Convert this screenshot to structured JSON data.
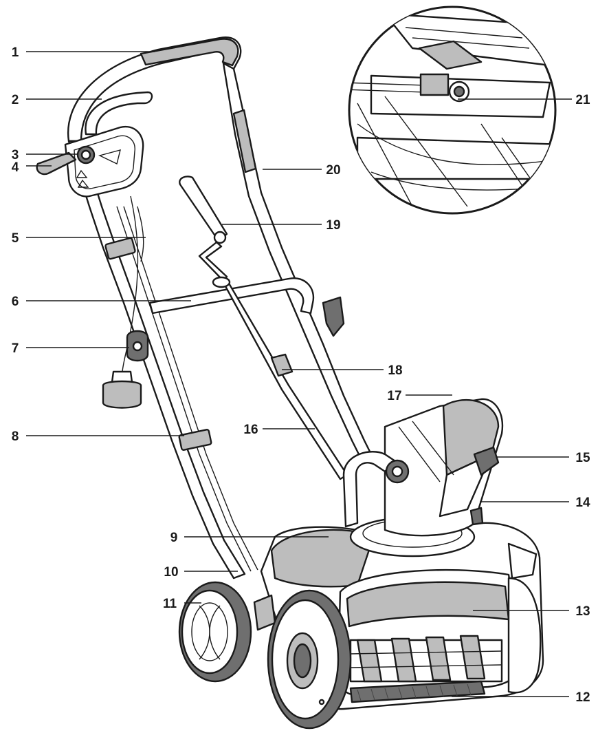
{
  "diagram": {
    "labels": [
      "1",
      "2",
      "3",
      "4",
      "5",
      "6",
      "7",
      "8",
      "9",
      "10",
      "11",
      "12",
      "13",
      "14",
      "15",
      "16",
      "17",
      "18",
      "19",
      "20",
      "21"
    ]
  },
  "colors": {
    "line": "#1a1a1a",
    "shade": "#bdbdbd",
    "dark": "#6f6f6f",
    "background": "#ffffff"
  }
}
